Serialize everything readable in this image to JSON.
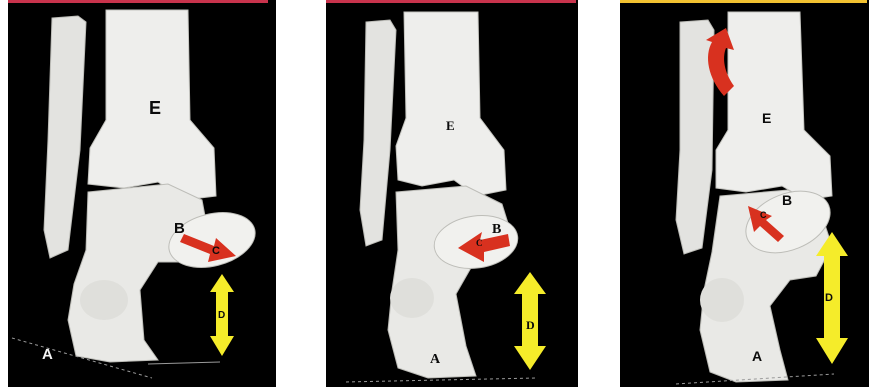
{
  "colors": {
    "panel_bg": "#000000",
    "bone": "#ececea",
    "arrow_red": "#d8311f",
    "arrow_yellow": "#f5ec2a",
    "bar_1": "#c8334c",
    "bar_2": "#c8334c",
    "bar_3": "#f2c231"
  },
  "panels": [
    {
      "labels": {
        "a": "A",
        "b": "B",
        "c": "C",
        "d": "D",
        "e": "E"
      }
    },
    {
      "labels": {
        "a": "A",
        "b": "B",
        "c": "C",
        "d": "D",
        "e": "E"
      }
    },
    {
      "labels": {
        "a": "A",
        "b": "B",
        "c": "C",
        "d": "D",
        "e": "E"
      }
    }
  ]
}
